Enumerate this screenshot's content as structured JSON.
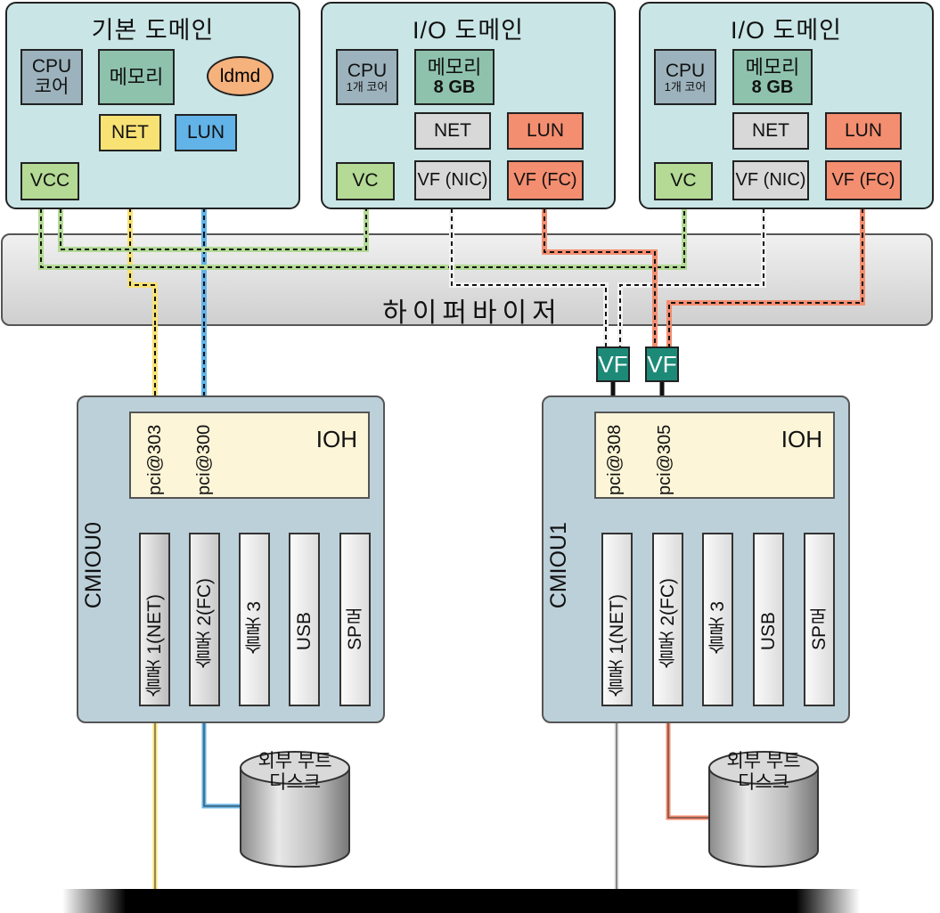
{
  "domains": [
    {
      "title": "기본 도메인",
      "cpu": [
        "CPU",
        "코어"
      ],
      "memory": "메모리",
      "ldmd": "ldmd",
      "net": "NET",
      "lun": "LUN",
      "vcc": "VCC"
    },
    {
      "title": "I/O 도메인",
      "cpu": [
        "CPU",
        "1개 코어"
      ],
      "memory": [
        "메모리",
        "8 GB"
      ],
      "net": "NET",
      "lun": "LUN",
      "vc": "VC",
      "vf_nic": "VF (NIC)",
      "vf_fc": "VF (FC)"
    },
    {
      "title": "I/O 도메인",
      "cpu": [
        "CPU",
        "1개 코어"
      ],
      "memory": [
        "메모리",
        "8 GB"
      ],
      "net": "NET",
      "lun": "LUN",
      "vc": "VC",
      "vf_nic": "VF (NIC)",
      "vf_fc": "VF (FC)"
    }
  ],
  "hypervisor": "하이퍼바이저",
  "vf_chips": [
    "VF",
    "VF"
  ],
  "cmious": [
    {
      "label": "CMIOU0",
      "ioh": "IOH",
      "pci": [
        "pci@303",
        "pci@300"
      ],
      "slots": [
        "슬롯 1(NET)",
        "슬롯 2(FC)",
        "슬롯 3",
        "USB",
        "SP로"
      ]
    },
    {
      "label": "CMIOU1",
      "ioh": "IOH",
      "pci": [
        "pci@308",
        "pci@305"
      ],
      "slots": [
        "슬롯 1(NET)",
        "슬롯 2(FC)",
        "슬롯 3",
        "USB",
        "SP로"
      ]
    }
  ],
  "disks": [
    [
      "외부 부트",
      "디스크"
    ],
    [
      "외부 부트",
      "디스크"
    ]
  ],
  "colors": {
    "domain_bg": "#c9e5e6",
    "cpu": "#9cb2bc",
    "memory": "#8ec2ad",
    "net_primary": "#f9e274",
    "lun_primary": "#62b3e8",
    "vc": "#b4da96",
    "net_io": "#d8d8d8",
    "lun_io": "#f48e70",
    "vf_chip": "#1d8a78",
    "ioh": "#fdf5d7",
    "cmiou": "#bcd0d9"
  }
}
